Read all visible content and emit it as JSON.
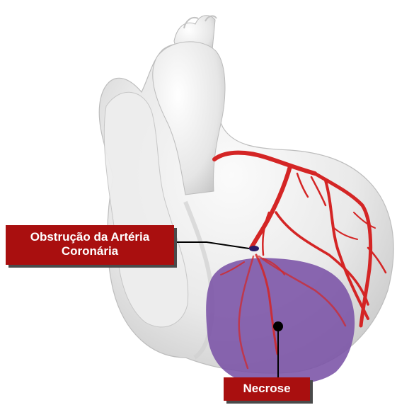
{
  "labels": {
    "obstruction_line1": "Obstrução da Artéria",
    "obstruction_line2": "Coronária",
    "necrose": "Necrose"
  },
  "colors": {
    "callout_background": "#a90f0f",
    "callout_text": "#ffffff",
    "artery": "#d42525",
    "necrosis": "#7a52a6",
    "heart_tissue": "#e8e8e8"
  }
}
